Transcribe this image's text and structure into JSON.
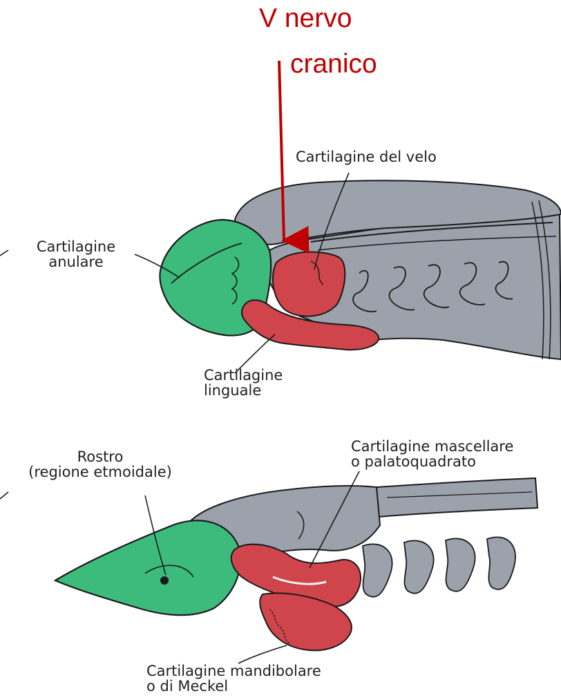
{
  "annotation": {
    "line1": "V nervo",
    "line2": "cranico",
    "color": "#c00000"
  },
  "labels": {
    "velum": "Cartilagine del velo",
    "annular": "Cartilagine\nanulare",
    "lingual": "Cartilagine\nlinguale",
    "rostrum": "Rostro\n(regione etmoidale)",
    "maxillary": "Cartilagine mascellare\no palatoquadrato",
    "mandibular": "Cartilagine mandibolare\no di Meckel"
  },
  "colors": {
    "green": "#3dbb7d",
    "red": "#d0454c",
    "gray": "#9ba2ab",
    "outline": "#1a1a1a"
  }
}
